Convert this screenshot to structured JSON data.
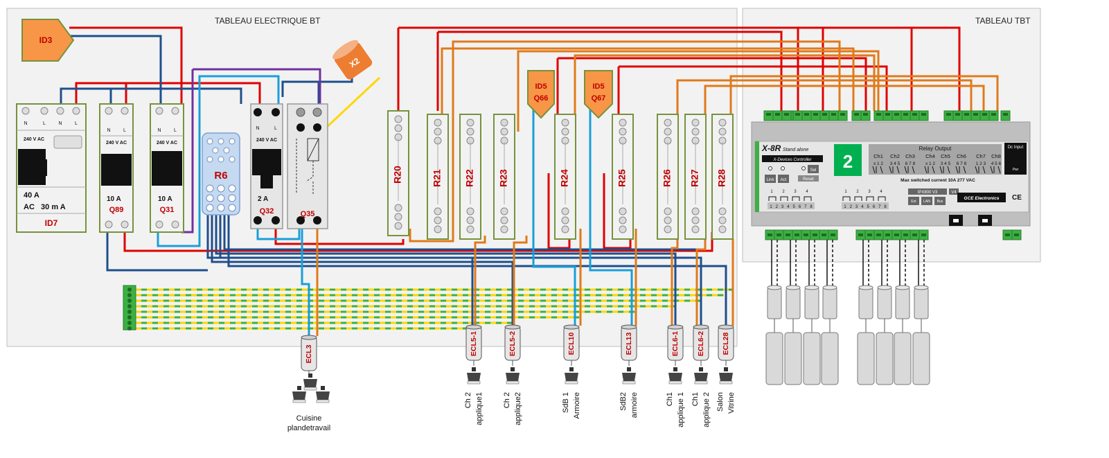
{
  "panels": {
    "bt_title": "TABLEAU ELECTRIQUE BT",
    "tbt_title": "TABLEAU TBT"
  },
  "tags": {
    "id3": "ID3",
    "x2": "X2",
    "id5_q66": [
      "ID5",
      "Q66"
    ],
    "id5_q67": [
      "ID5",
      "Q67"
    ]
  },
  "breakers": [
    {
      "id": "ID7",
      "rating": "40 A",
      "extra": "AC   30 m A",
      "voltage": "240 V AC",
      "terms": [
        "N",
        "L",
        "N",
        "L"
      ]
    },
    {
      "id": "Q89",
      "rating": "10 A",
      "voltage": "240 V AC",
      "terms": [
        "N",
        "L"
      ]
    },
    {
      "id": "Q31",
      "rating": "10 A",
      "voltage": "240 V AC",
      "terms": [
        "N",
        "L"
      ]
    },
    {
      "id": "Q32",
      "rating": "2 A",
      "voltage": "240 V AC",
      "terms": [
        "N",
        "L"
      ]
    },
    {
      "id": "Q35"
    }
  ],
  "r6": "R6",
  "relays": [
    "R20",
    "R21",
    "R22",
    "R23",
    "R24",
    "R25",
    "R26",
    "R27",
    "R28"
  ],
  "lights": [
    {
      "id": "ECL3",
      "caption": [
        "Cuisine",
        "plandetravail"
      ]
    },
    {
      "id": "ECL5-1",
      "caption": [
        "Ch 2",
        "applique1"
      ]
    },
    {
      "id": "ECL5-2",
      "caption": [
        "Ch 2",
        "applique2"
      ]
    },
    {
      "id": "ECL10",
      "caption": [
        "SdB 1",
        "Armoire"
      ]
    },
    {
      "id": "ECL13",
      "caption": [
        "SdB2",
        "armoire"
      ]
    },
    {
      "id": "ECL6-1",
      "caption": [
        "Ch1",
        "applique 1"
      ]
    },
    {
      "id": "ECL6-2",
      "caption": [
        "Ch1",
        "applique 2"
      ]
    },
    {
      "id": "ECL28",
      "caption": [
        "Salon",
        "Vitrine"
      ]
    }
  ],
  "controller": {
    "model": "X-8R",
    "subtitle": "Stand alone",
    "brand_strip": "X-Devices Controller",
    "number": "2",
    "relay_output": "Relay Output",
    "channels": [
      "Ch1",
      "Ch2",
      "Ch3",
      "Ch4",
      "Ch5",
      "Ch6",
      "Ch7",
      "Ch8"
    ],
    "channel_pins": [
      "x 1 2",
      "3 4 5",
      "6 7 8",
      "x 1 2",
      "3 4 5",
      "6 7 8",
      "1 2 3",
      "4 5 6"
    ],
    "current_note": "Max switched current 10A 277 VAC",
    "dc_input": "Dc Input",
    "pwr": "Pwr",
    "buttons": [
      "Link",
      "Act",
      "Sel",
      "Reset"
    ],
    "ipx": "IPX800 V3",
    "v4": "V4",
    "bus_buttons": [
      "Ext",
      "LAN",
      "Bus"
    ],
    "maker": "GCE Electronics",
    "ce": "CE",
    "input_groups": [
      {
        "nums": [
          "1",
          "2",
          "3",
          "4"
        ],
        "pins": [
          "1",
          "2",
          "3",
          "4",
          "5",
          "6",
          "7",
          "8"
        ]
      },
      {
        "nums": [
          "1",
          "2",
          "3",
          "4"
        ],
        "pins": [
          "1",
          "2",
          "3",
          "4",
          "5",
          "6",
          "7",
          "8"
        ]
      }
    ]
  },
  "colors": {
    "red": "#e00000",
    "blue": "#1f4e8c",
    "light_blue": "#1a9fd8",
    "orange": "#e07a1a",
    "purple": "#7030a0",
    "yellow": "#ffd700",
    "green_yellow": "#c8d84a",
    "module_border": "#76923c",
    "tag_fill": "#f79646"
  }
}
